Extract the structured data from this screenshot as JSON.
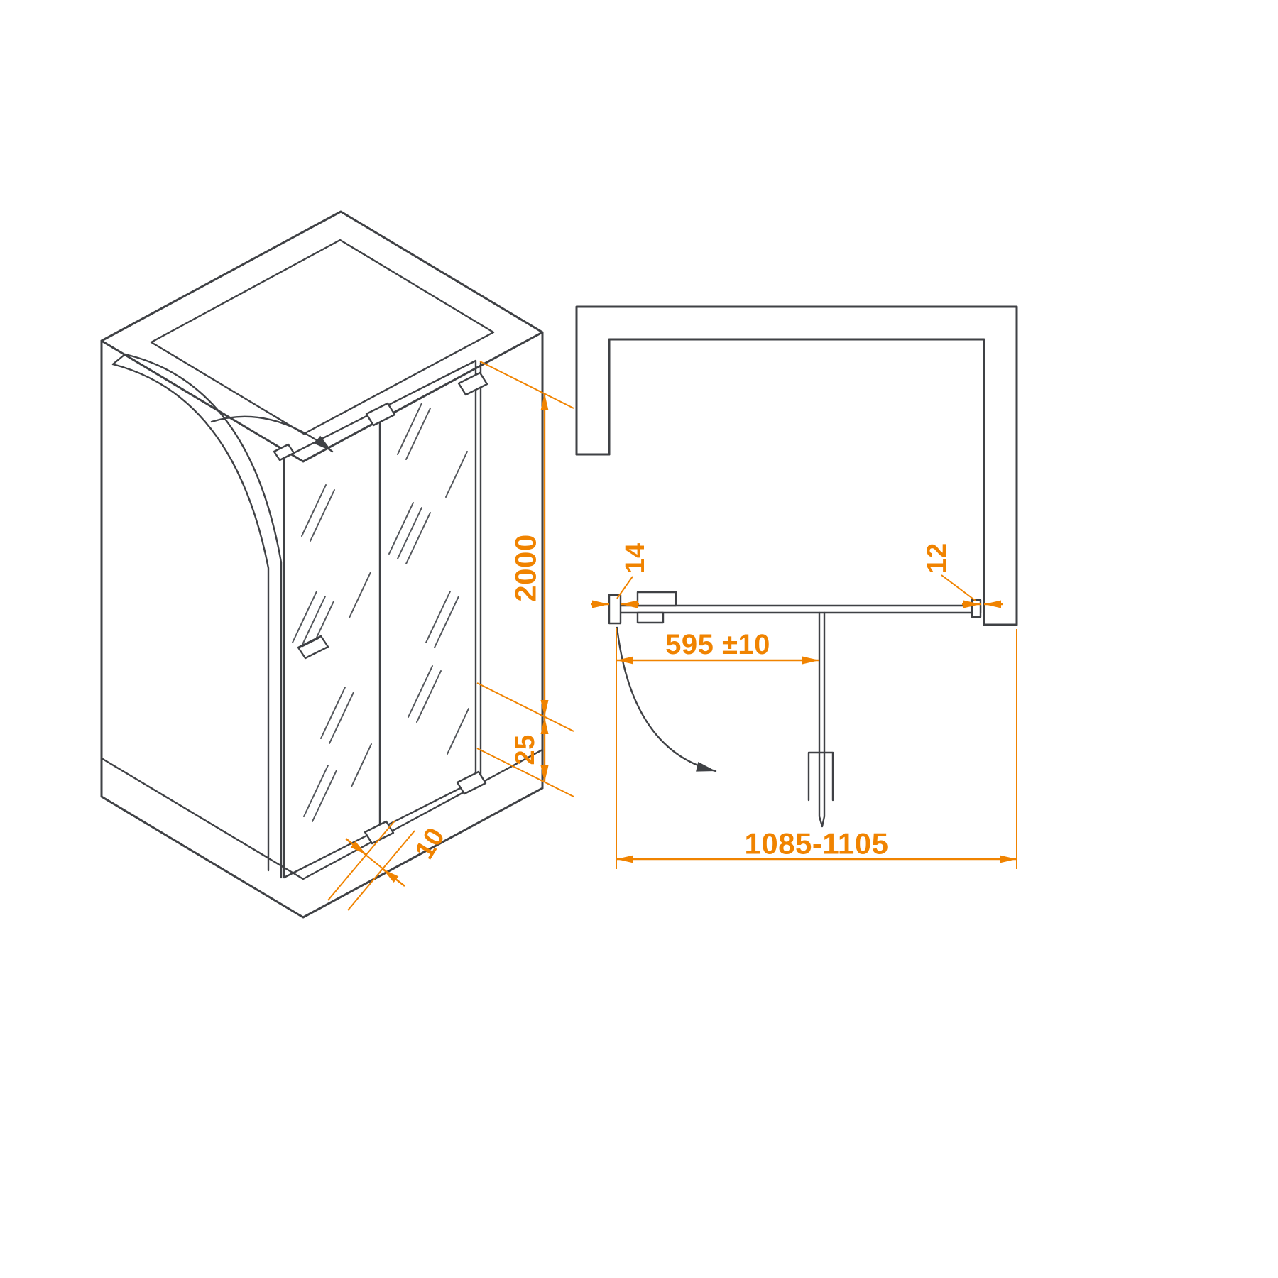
{
  "drawing": {
    "background": "#ffffff",
    "line_color": "#3f4145",
    "dimension_color": "#f08300",
    "views": {
      "isometric": {
        "dim_height": "2000",
        "dim_bottom_profile": "25",
        "dim_wall_profile_depth": "10"
      },
      "plan": {
        "dim_left_profile_width": "14",
        "dim_right_gap": "12",
        "dim_door_width": "595 ±10",
        "dim_total_width": "1085-1105"
      }
    }
  }
}
